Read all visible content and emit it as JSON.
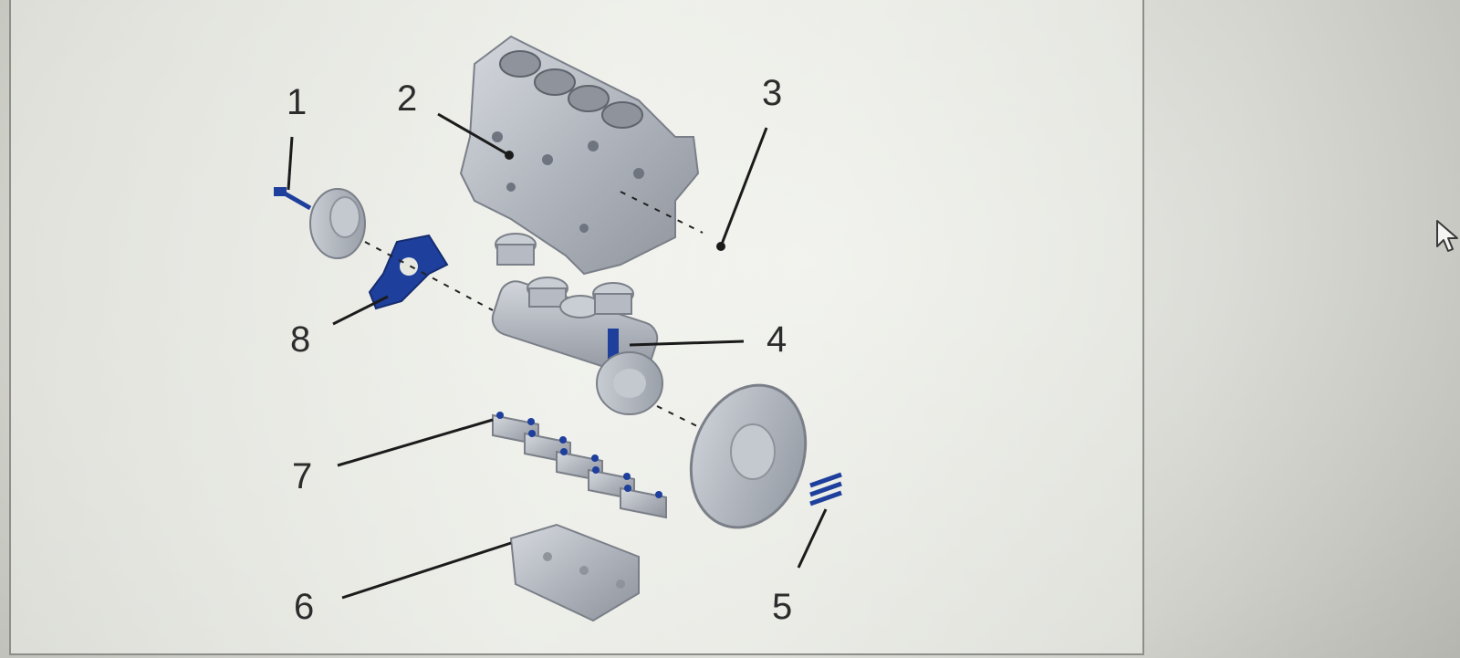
{
  "diagram": {
    "callouts": [
      {
        "id": "1",
        "label": "1"
      },
      {
        "id": "2",
        "label": "2"
      },
      {
        "id": "3",
        "label": "3"
      },
      {
        "id": "4",
        "label": "4"
      },
      {
        "id": "5",
        "label": "5"
      },
      {
        "id": "6",
        "label": "6"
      },
      {
        "id": "7",
        "label": "7"
      },
      {
        "id": "8",
        "label": "8"
      }
    ]
  },
  "colors": {
    "part_grey": "#b4b8c0",
    "part_dark": "#6f7580",
    "highlight_blue": "#1e3f9c",
    "leader_line": "#1b1b1b"
  },
  "icons": [
    "mouse-pointer-icon"
  ]
}
